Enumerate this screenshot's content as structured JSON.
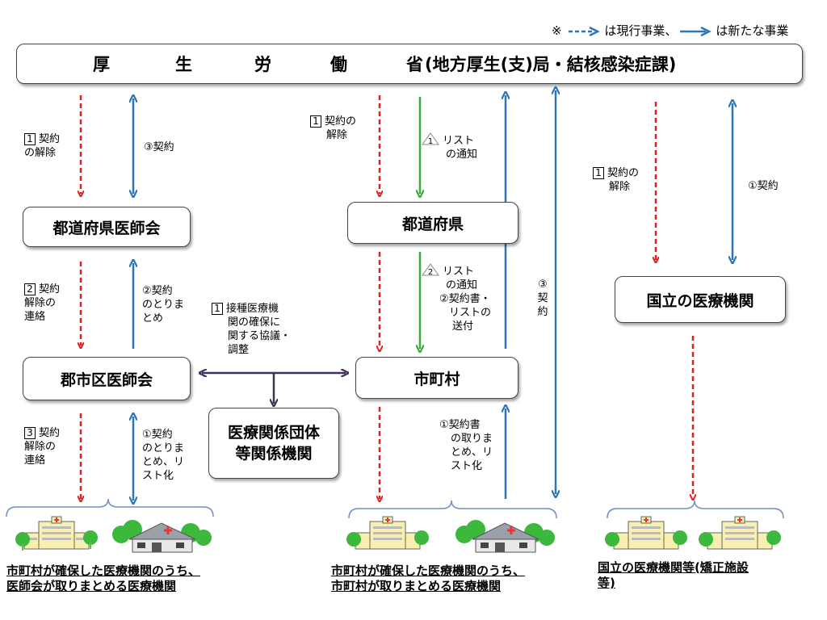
{
  "legend": {
    "mark": "※",
    "dashed_text": "は現行事業、",
    "solid_text": "は新たな事業"
  },
  "top": {
    "ministry": "厚　生　労　働　省",
    "ministry_chars": [
      "厚",
      "生",
      "労",
      "働",
      "省"
    ],
    "suffix": "(地方厚生(支)局・結核感染症課)"
  },
  "boxes": {
    "pref_med_assoc": "都道府県医師会",
    "city_med_assoc": "郡市区医師会",
    "prefecture": "都道府県",
    "municipality": "市町村",
    "national_institution": "国立の医療機関",
    "related_orgs_l1": "医療関係団体",
    "related_orgs_l2": "等関係機関"
  },
  "labels": {
    "l_cancel_1_num": "1",
    "l_cancel_1_a": "契約",
    "l_cancel_1_b": "の解除",
    "l_contract_3": "③契約",
    "l_notify_2_num": "2",
    "l_notify_2_a": "契約",
    "l_notify_2_b": "解除の",
    "l_notify_2_c": "連絡",
    "l_gather_2_a": "②契約",
    "l_gather_2_b": "のとりま",
    "l_gather_2_c": "とめ",
    "l_notify_3_num": "3",
    "l_notify_3_a": "契約",
    "l_notify_3_b": "解除の",
    "l_notify_3_c": "連絡",
    "l_gather_1_a": "①契約",
    "l_gather_1_b": "のとりま",
    "l_gather_1_c": "とめ、リ",
    "l_gather_1_d": "スト化",
    "c_coord_num": "1",
    "c_coord_a": "接種医療機",
    "c_coord_b": "関の確保に",
    "c_coord_c": "関する協議・",
    "c_coord_d": "調整",
    "m_cancel_num": "1",
    "m_cancel_a": "契約の",
    "m_cancel_b": "解除",
    "m_list_num": "1",
    "m_list_a": "リスト",
    "m_list_b": "の通知",
    "m_list2_num": "2",
    "m_list2_a": "リスト",
    "m_list2_b": "の通知",
    "m_contract2_a": "②契約書・",
    "m_contract2_b": "リストの",
    "m_contract2_c": "送付",
    "m_contract3_a": "③",
    "m_contract3_b": "契",
    "m_contract3_c": "約",
    "m_gather_a": "①契約書",
    "m_gather_b": "の取りま",
    "m_gather_c": "とめ、リ",
    "m_gather_d": "スト化",
    "r_cancel_num": "1",
    "r_cancel_a": "契約の",
    "r_cancel_b": "解除",
    "r_contract_1": "①契約"
  },
  "captions": {
    "left_a": "市町村が確保した医療機関のうち、",
    "left_b": "医師会が取りまとめる医療機関",
    "mid_a": "市町村が確保した医療機関のうち、",
    "mid_b": "市町村が取りまとめる医療機関",
    "right_a": "国立の医療機関等(矯正施設",
    "right_b": "等)"
  },
  "colors": {
    "current_arrow": "#e0201f",
    "new_arrow": "#2e75b6",
    "list_arrow": "#3aad3a",
    "coord_arrow": "#3f2f5a"
  }
}
